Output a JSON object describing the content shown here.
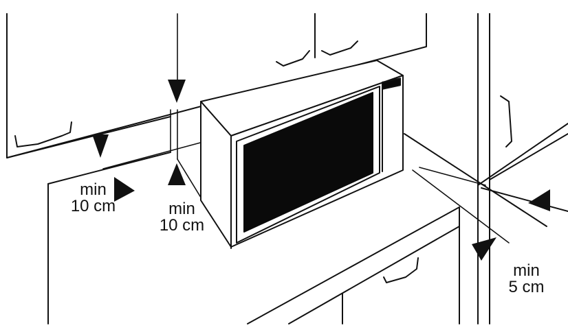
{
  "figure": {
    "labels": {
      "left": {
        "line1": "min",
        "line2": "10 cm"
      },
      "middle": {
        "line1": "min",
        "line2": "10 cm"
      },
      "right": {
        "line1": "min",
        "line2": "5 cm"
      }
    },
    "colors": {
      "ink": "#111111",
      "paper": "#ffffff",
      "screen": "#0a0a0a"
    }
  }
}
